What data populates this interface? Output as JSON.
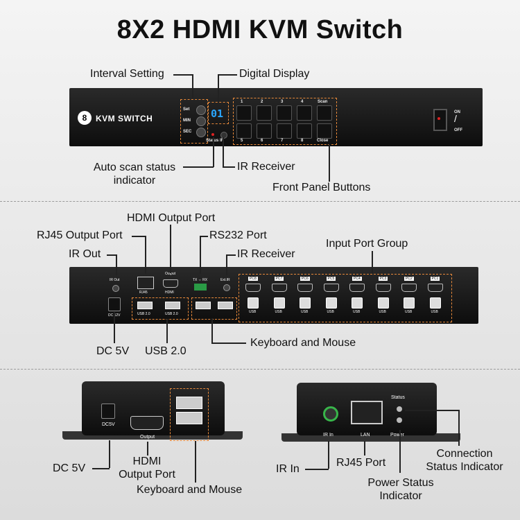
{
  "title": "8X2 HDMI KVM Switch",
  "front": {
    "brand": "KVM SWITCH",
    "display": "01",
    "knobs": [
      "Set",
      "MIN",
      "SEC"
    ],
    "status_label": "Status IR",
    "buttons_top": [
      "1",
      "2",
      "3",
      "4",
      "Scan"
    ],
    "buttons_bottom": [
      "5",
      "6",
      "7",
      "8",
      "Close"
    ],
    "power_on": "ON",
    "power_off": "OFF",
    "labels": {
      "interval": "Interval Setting",
      "display": "Digital Display",
      "auto_scan": "Auto scan status\nindicator",
      "ir": "IR Receiver",
      "buttons": "Front Panel Buttons"
    }
  },
  "rear": {
    "port_texts": [
      "IR Out",
      "RJ45",
      "Output",
      "HDMI",
      "TX ⇔ RX",
      "Ext.IR",
      "DC 12V",
      "USB 2.0",
      "USB 2.0",
      "USB"
    ],
    "pcs": [
      "PC8",
      "PC7",
      "PC6",
      "PC5",
      "PC4",
      "PC3",
      "PC2",
      "PC1"
    ],
    "labels": {
      "hdmi_out": "HDMI Output Port",
      "rj45": "RJ45 Output Port",
      "rs232": "RS232 Port",
      "ir_out": "IR Out",
      "ir_rx": "IR Receiver",
      "inputs": "Input Port Group",
      "dc": "DC 5V",
      "usb": "USB 2.0",
      "km": "Keyboard and Mouse"
    }
  },
  "rx": {
    "texts": [
      "DC5V",
      "Output"
    ],
    "labels": {
      "dc": "DC 5V",
      "hdmi": "HDMI\nOutput Port",
      "km": "Keyboard and Mouse"
    }
  },
  "tx": {
    "texts": [
      "IR In",
      "LAN",
      "Status",
      "Power"
    ],
    "labels": {
      "ir": "IR In",
      "rj45": "RJ45 Port",
      "power": "Power Status\nIndicator",
      "conn": "Connection\nStatus Indicator"
    }
  }
}
